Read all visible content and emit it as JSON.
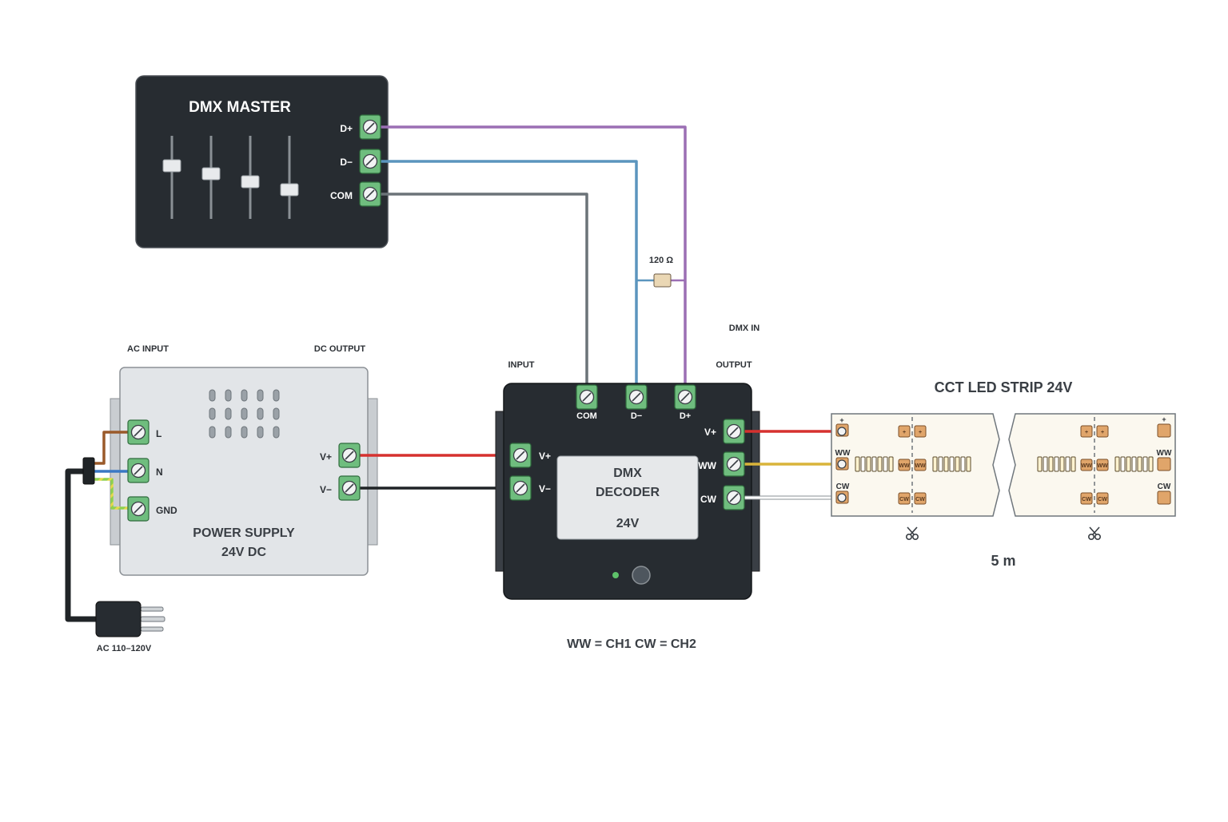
{
  "dmx_master": {
    "title": "DMX MASTER",
    "terminals": [
      "D+",
      "D−",
      "COM"
    ],
    "fader_levels": [
      0.65,
      0.55,
      0.45,
      0.35
    ]
  },
  "resistor": {
    "label": "120 Ω"
  },
  "power_supply": {
    "title_line1": "POWER SUPPLY",
    "title_line2": "24V DC",
    "ac_input_label": "AC INPUT",
    "dc_output_label": "DC OUTPUT",
    "ac_terminals": [
      "L",
      "N",
      "GND"
    ],
    "dc_terminals": [
      "V+",
      "V−"
    ]
  },
  "plug": {
    "label": "AC 110–120V"
  },
  "decoder": {
    "title_line1": "DMX",
    "title_line2": "DECODER",
    "voltage": "24V",
    "dmx_in_label": "DMX IN",
    "input_label": "INPUT",
    "output_label": "OUTPUT",
    "dmx_terminals": [
      "COM",
      "D−",
      "D+"
    ],
    "input_terminals": [
      "V+",
      "V−"
    ],
    "output_terminals": [
      "V+",
      "WW",
      "CW"
    ],
    "channel_note": "WW = CH1 CW = CH2"
  },
  "led_strip": {
    "title": "CCT LED STRIP 24V",
    "length": "5 m",
    "pad_labels": [
      "+",
      "WW",
      "CW"
    ],
    "pad_plus": "+",
    "pad_ww": "WW",
    "pad_cw": "CW"
  },
  "wire_colors": {
    "d_plus": "#9b6fb4",
    "d_minus": "#5b95be",
    "com": "#6b7378",
    "v_plus": "#d6312f",
    "v_minus": "#1f2326",
    "ww": "#d9b43a",
    "cw": "#ffffff",
    "live": "#9a5a2a",
    "neutral": "#3a78c4",
    "ground": "#8fd14f"
  }
}
